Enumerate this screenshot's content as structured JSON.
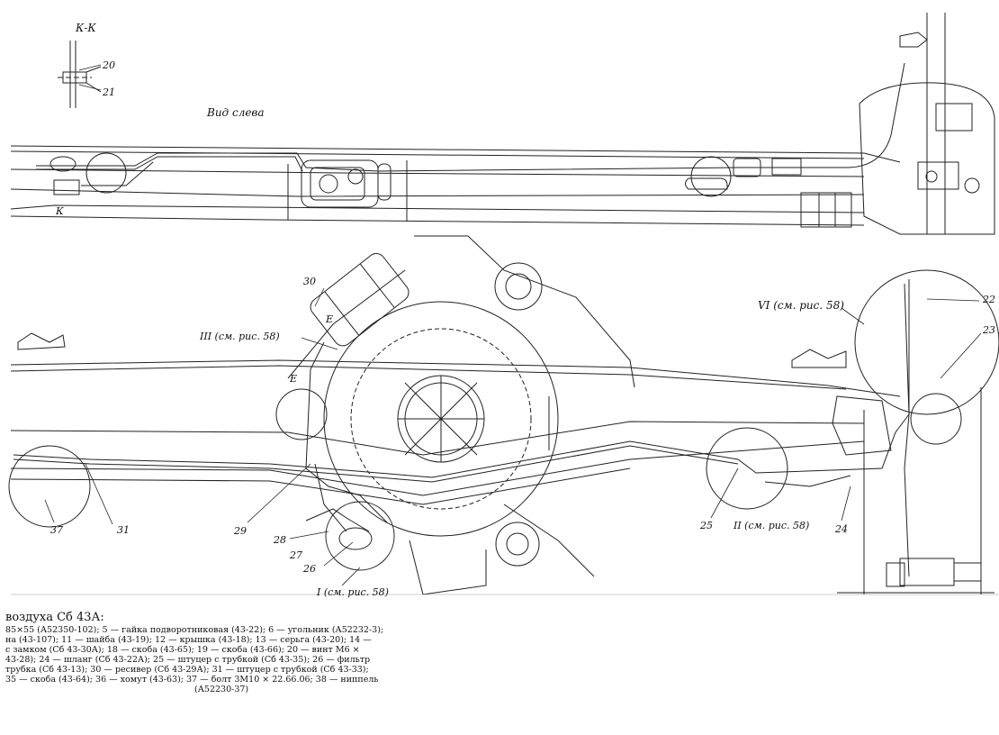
{
  "section_label": "К-К",
  "section_part_numbers": [
    "20",
    "21"
  ],
  "view_label": "Вид слева",
  "section_marker": "К",
  "callouts": {
    "c22": "22",
    "c23": "23",
    "c24": "24",
    "c25": "25",
    "c26": "26",
    "c27": "27",
    "c28": "28",
    "c29": "29",
    "c30": "30",
    "c31": "31",
    "c37": "37",
    "e1": "E",
    "e2": "E"
  },
  "references": {
    "vi": "VI (см. рис. 58)",
    "iii": "III (см. рис. 58)",
    "ii": "II (см. рис. 58)",
    "i": "I (см. рис. 58)"
  },
  "legend": {
    "title": "воздуха Сб 43А:",
    "lines": [
      "85×55 (А52350-102); 5 — гайка подворотниковая (43-22); 6 — угольник (А52232-3);",
      "на (43-107); 11 — шайба (43-19); 12 — крышка (43-18); 13 — серьга (43-20); 14 —",
      "с замком (Сб 43-30А); 18 — скоба (43-65); 19 — скоба (43-66); 20 — винт М6 ×",
      "43-28); 24 — шланг (Сб 43-22А); 25 — штуцер с трубкой (Сб 43-35); 26 — фильтр",
      "трубка (Сб 43-13); 30 — ресивер (Сб 43-29А); 31 — штуцер с трубкой (Сб 43-33);",
      "35 — скоба (43-64); 36 — хомут (43-63); 37 — болт 3М10 × 22.66.06; 38 — ниппель",
      "(А52230-37)"
    ]
  }
}
